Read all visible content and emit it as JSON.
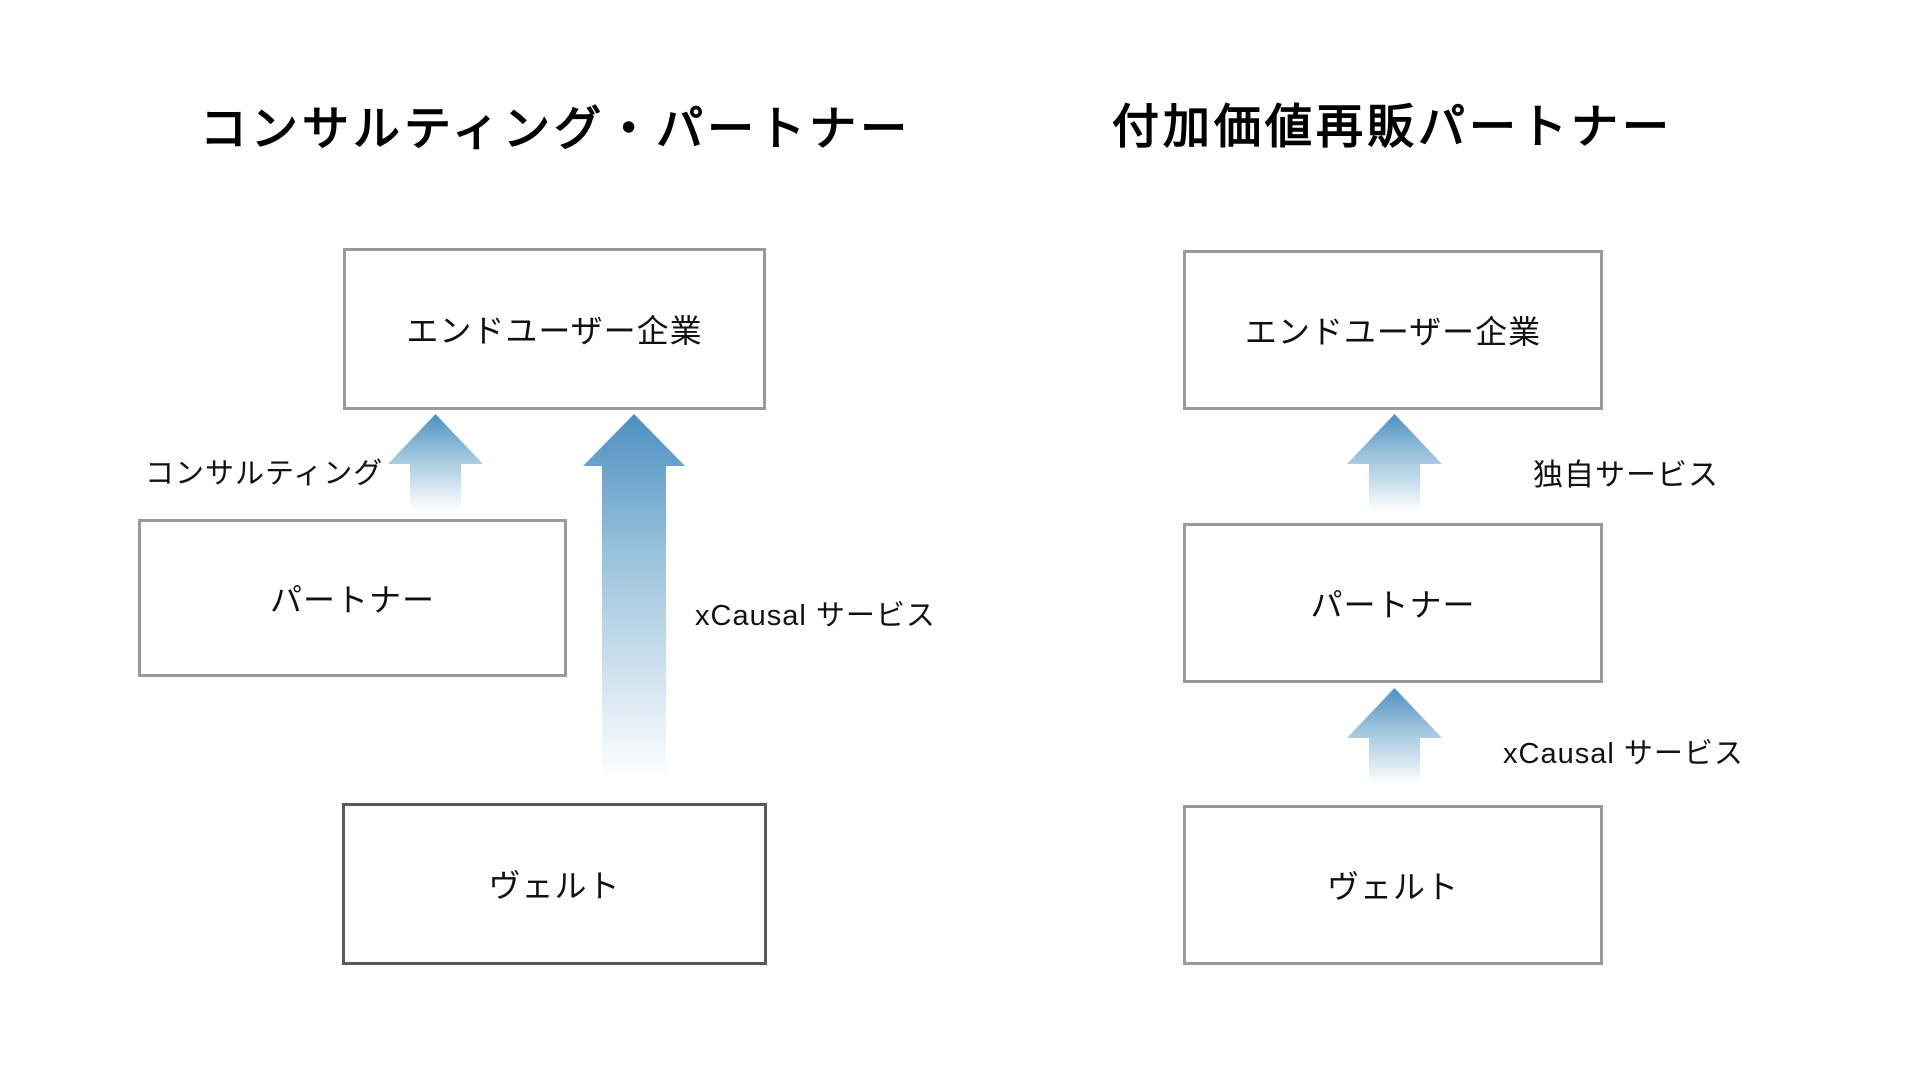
{
  "titles": {
    "left": "コンサルティング・パートナー",
    "right": "付加価値再販パートナー"
  },
  "left_diagram": {
    "end_user_box": "エンドユーザー企業",
    "partner_box": "パートナー",
    "vendor_box": "ヴェルト",
    "consulting_label": "コンサルティング",
    "xcausal_label": "xCausal サービス"
  },
  "right_diagram": {
    "end_user_box": "エンドユーザー企業",
    "partner_box": "パートナー",
    "vendor_box": "ヴェルト",
    "own_service_label": "独自サービス",
    "xcausal_label": "xCausal サービス"
  },
  "colors": {
    "background": "#ffffff",
    "text": "#111111",
    "box_border": "#9a9a9a",
    "vendor_box_border_left": "#595959",
    "arrow_gradient_top": "#4e90c1",
    "arrow_gradient_mid": "#9cc3dd",
    "arrow_gradient_bottom": "#ffffff"
  }
}
